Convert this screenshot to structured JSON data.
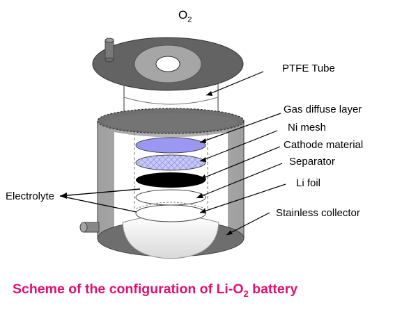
{
  "gas_label": {
    "main": "O",
    "sub": "2"
  },
  "labels": {
    "ptfe_tube": "PTFE Tube",
    "gas_diffuse_layer": "Gas diffuse layer",
    "ni_mesh": "Ni mesh",
    "cathode_material": "Cathode material",
    "separator": "Separator",
    "li_foil": "Li foil",
    "electrolyte": "Electrolyte",
    "stainless_collector": "Stainless collector"
  },
  "caption": {
    "pre": "Scheme of the configuration of Li-O",
    "sub": "2",
    "post": " battery"
  },
  "colors": {
    "caption": "#e0116f",
    "lid_dark": "#636363",
    "lid_ring": "#a6a6a6",
    "cylinder_side": "#a9a9a9",
    "gas_diffuse_layer": "#9a98f2",
    "ni_mesh": "#9999f0",
    "cathode_material": "#000000"
  }
}
